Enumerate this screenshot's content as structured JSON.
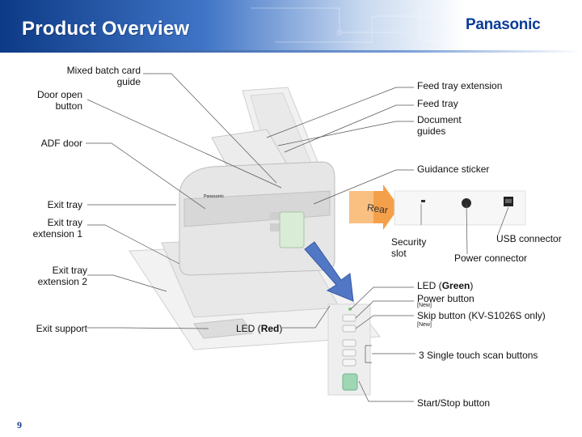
{
  "header": {
    "title": "Product Overview",
    "logo": "Panasonic"
  },
  "labels": {
    "mixed_batch": "Mixed batch card\nguide",
    "door_open": "Door open\nbutton",
    "adf_door": "ADF door",
    "exit_tray": "Exit tray",
    "exit_tray_ext1": "Exit tray\nextension 1",
    "exit_tray_ext2": "Exit tray\nextension 2",
    "exit_support": "Exit support",
    "led_red_prefix": "LED (",
    "led_red_word": "Red",
    "led_red_suffix": ")",
    "feed_tray_ext": "Feed tray extension",
    "feed_tray": "Feed tray",
    "doc_guides": "Document\nguides",
    "guidance_sticker": "Guidance sticker",
    "rear": "Rear",
    "security_slot": "Security\nslot",
    "usb": "USB connector",
    "power_conn": "Power connector",
    "led_green_prefix": "LED (",
    "led_green_word": "Green",
    "led_green_suffix": ")",
    "power_button": "Power button",
    "new1": "[New]",
    "skip_button": "Skip button (KV-S1026S only)",
    "new2": "[New]",
    "single_touch": "3 Single touch scan buttons",
    "start_stop": "Start/Stop button"
  },
  "scanner_brand": "Panasonic",
  "page_number": "9"
}
